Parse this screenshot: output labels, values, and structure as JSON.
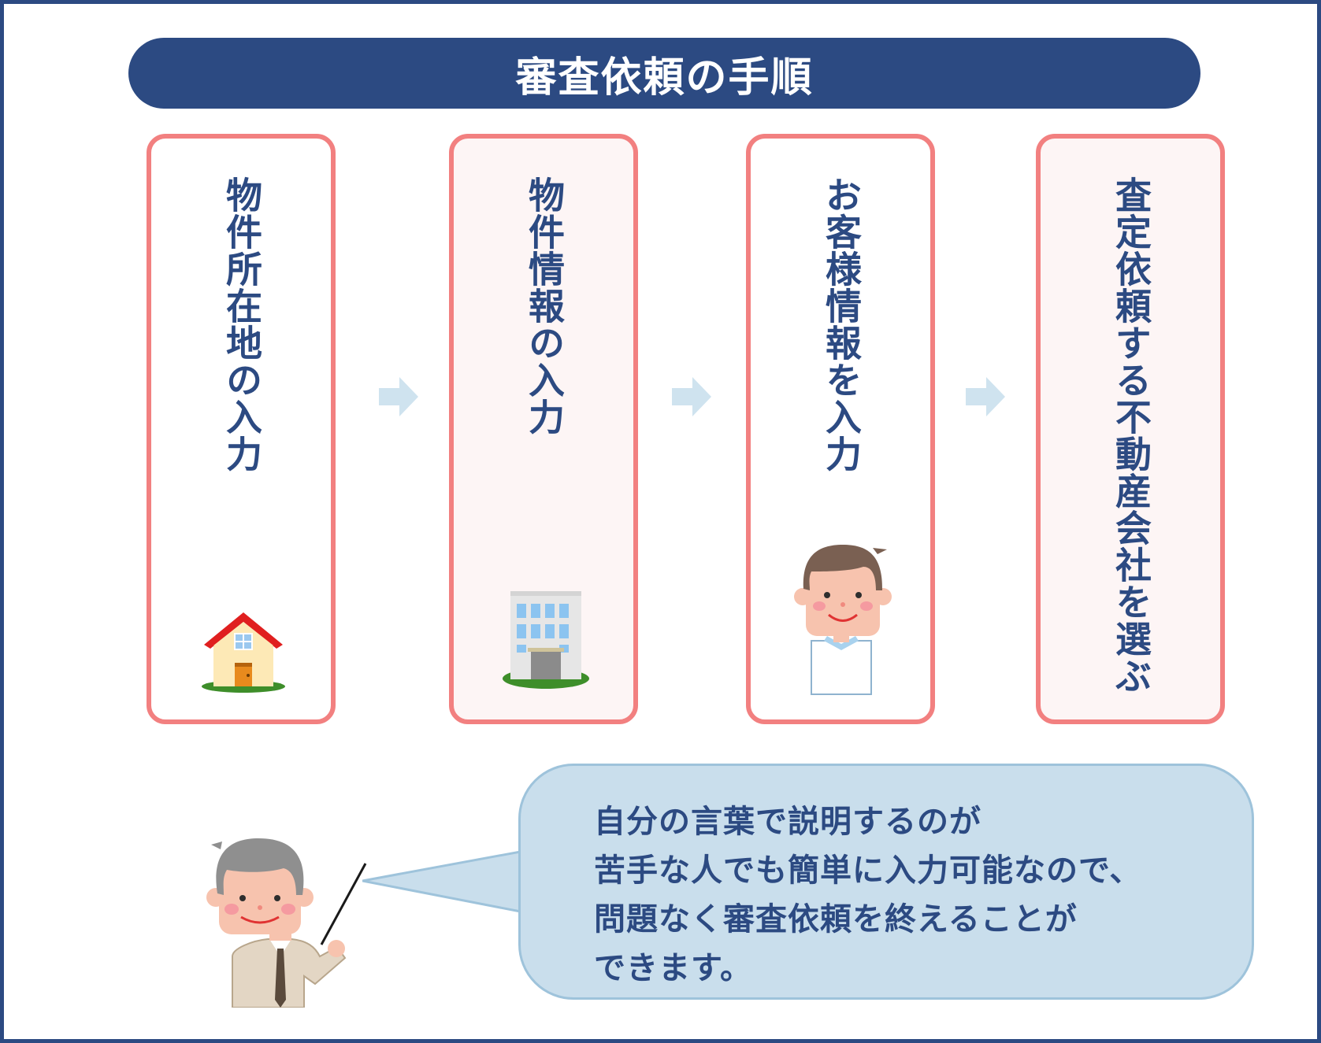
{
  "title": "審査依頼の手順",
  "steps": [
    {
      "label": "物件所在地の入力",
      "icon": "house-icon"
    },
    {
      "label": "物件情報の入力",
      "icon": "building-icon"
    },
    {
      "label": "お客様情報を入力",
      "icon": "customer-icon"
    },
    {
      "label": "査定依頼する不動産会社を選ぶ",
      "icon": ""
    }
  ],
  "speech": {
    "lines": [
      "自分の言葉で説明するのが",
      "苦手な人でも簡単に入力可能なので、",
      "問題なく審査依頼を終えることが",
      "できます。"
    ]
  },
  "colors": {
    "navy": "#2c4a82",
    "card_border": "#f28080",
    "arrow": "#cfe3ef",
    "bubble": "#c9deec"
  }
}
